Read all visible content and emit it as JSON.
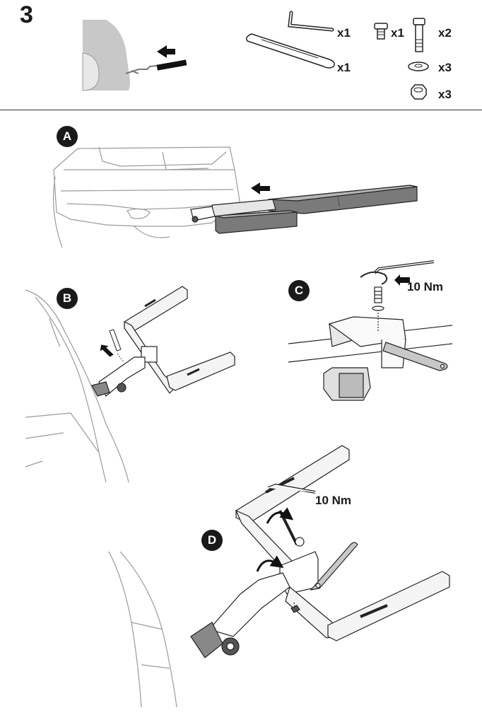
{
  "step": {
    "number": "3"
  },
  "parts": {
    "hex_key_qty": "x1",
    "wrench_qty": "x1",
    "short_bolt_qty": "x1",
    "long_bolt_qty": "x2",
    "washer_qty": "x3",
    "nut_qty": "x3"
  },
  "panels": {
    "a": {
      "label": "A"
    },
    "b": {
      "label": "B"
    },
    "c": {
      "label": "C",
      "torque": "10 Nm"
    },
    "d": {
      "label": "D",
      "torque": "10 Nm"
    }
  }
}
